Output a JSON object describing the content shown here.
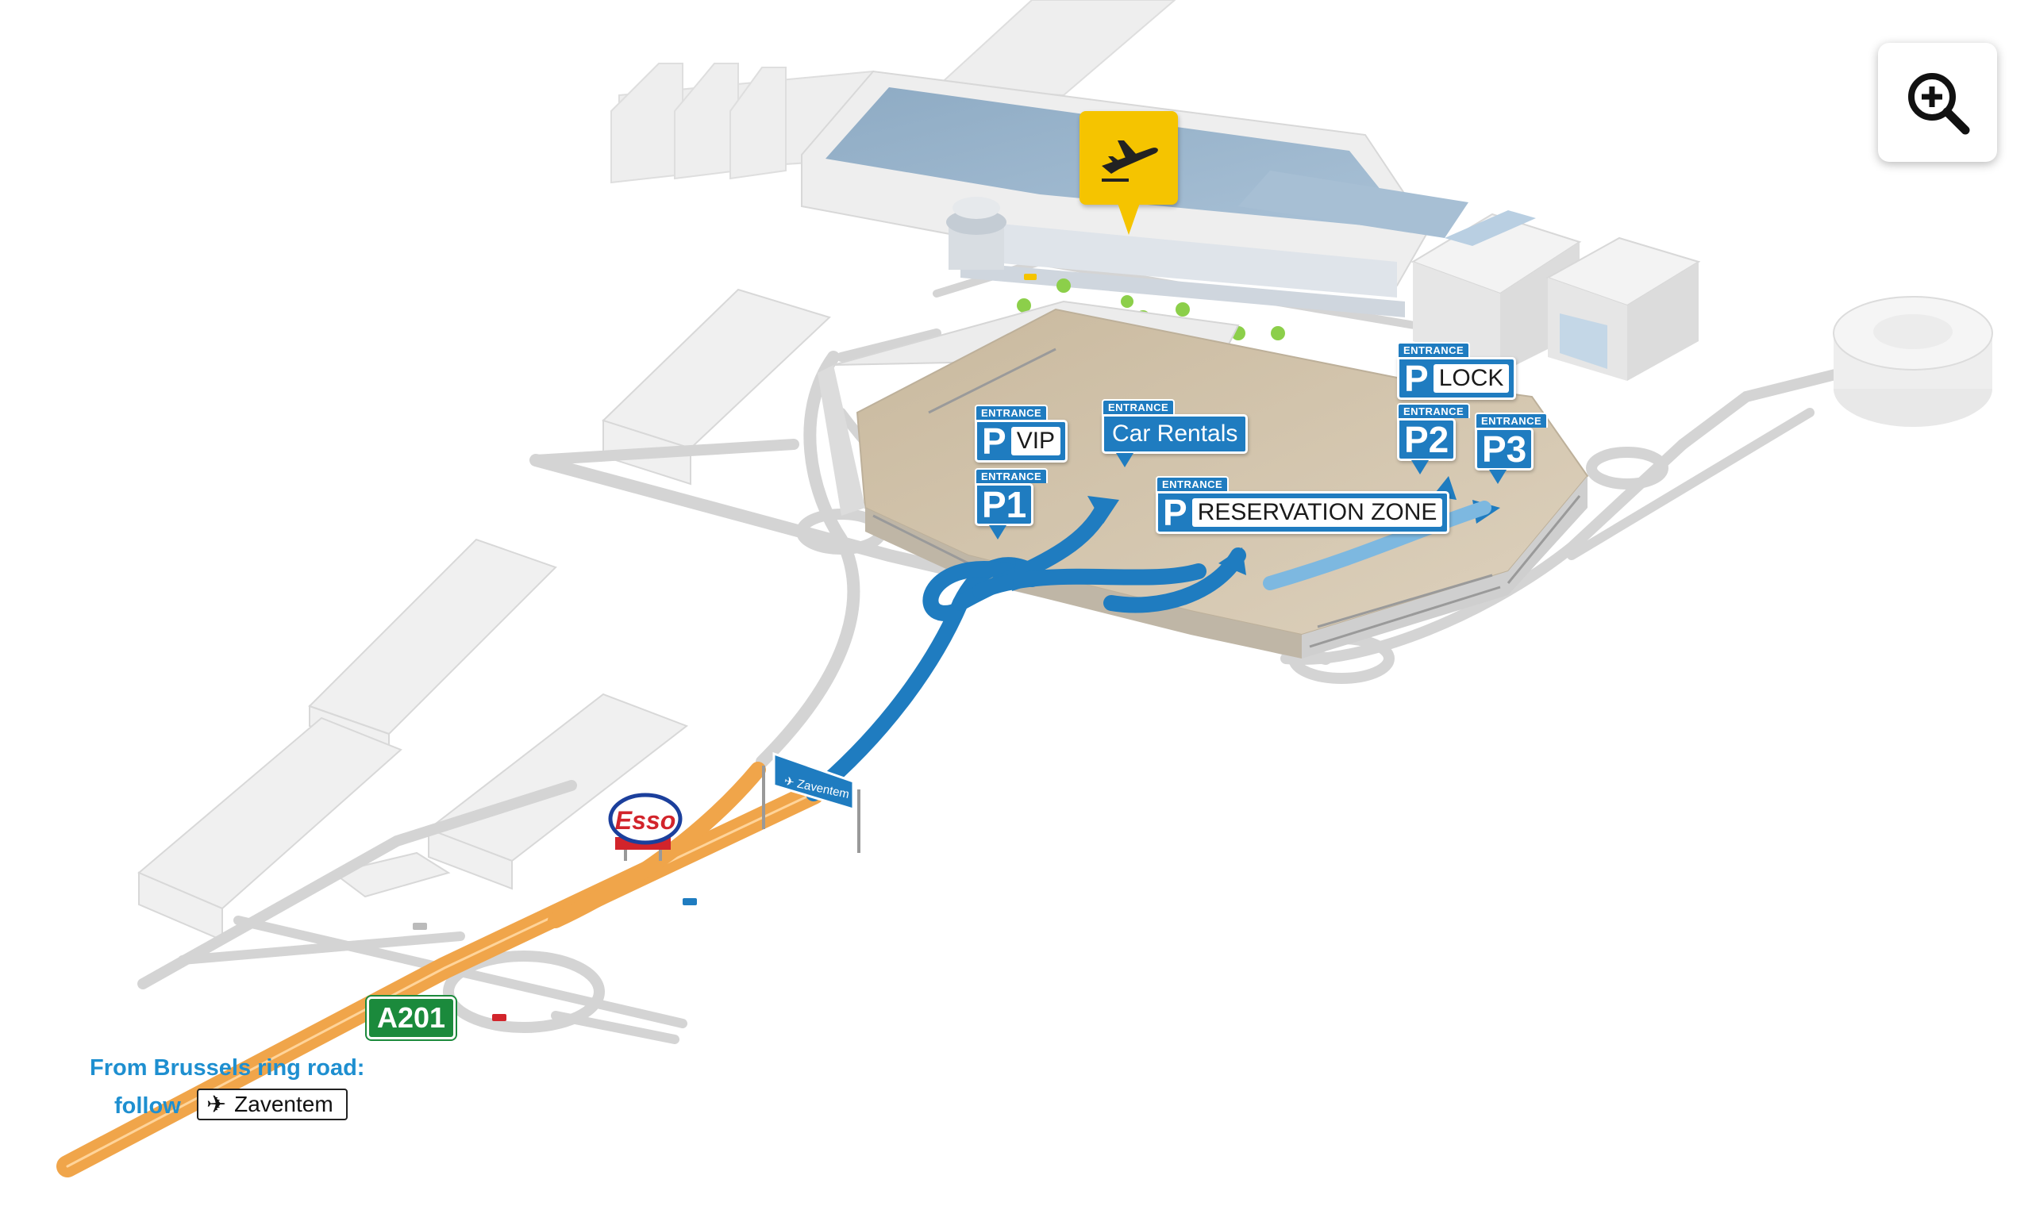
{
  "zoom_button": {
    "icon": "zoom-in-icon"
  },
  "terminal_marker": {
    "icon": "departures-plane-icon",
    "color": "#f5c400"
  },
  "parking_signs": {
    "p_vip": {
      "entrance": "ENTRANCE",
      "p": "P",
      "label": "VIP"
    },
    "p1": {
      "entrance": "ENTRANCE",
      "p": "P1"
    },
    "car_rentals": {
      "entrance": "ENTRANCE",
      "label": "Car Rentals"
    },
    "reservation_zone": {
      "entrance": "ENTRANCE",
      "p": "P",
      "label": "RESERVATION ZONE"
    },
    "p_lock": {
      "entrance": "ENTRANCE",
      "p": "P",
      "label": "LOCK"
    },
    "p2": {
      "entrance": "ENTRANCE",
      "p": "P2"
    },
    "p3": {
      "entrance": "ENTRANCE",
      "p": "P3"
    }
  },
  "overhead_sign": {
    "text": "Zaventem",
    "icon": "plane-icon"
  },
  "road_shield": {
    "text": "A201",
    "color": "#1b8a3c"
  },
  "esso": {
    "text": "Esso",
    "color": "#d2242b"
  },
  "directions": {
    "line1": "From Brussels ring road:",
    "line2": "follow",
    "sign_text": "Zaventem",
    "sign_icon": "plane-icon"
  },
  "colors": {
    "route_blue": "#1f7cc0",
    "highway_orange": "#f0a54a",
    "terminal_roof": "#98b4cc",
    "parking_roof": "#cfc0a8"
  }
}
